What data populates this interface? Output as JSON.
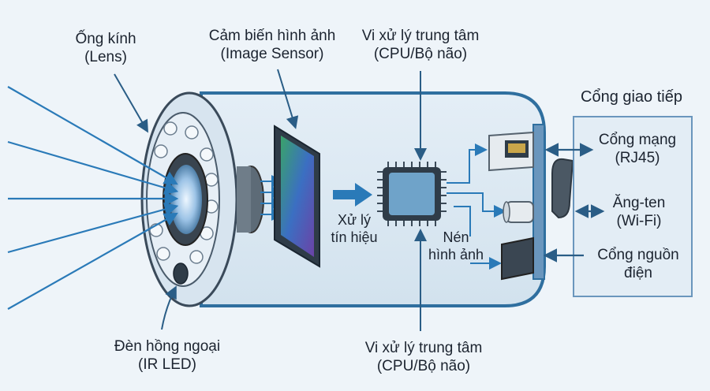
{
  "labels": {
    "lens": [
      "Ống kính",
      "(Lens)"
    ],
    "image_sensor": [
      "Cảm biến hình ảnh",
      "(Image Sensor)"
    ],
    "cpu_top": [
      "Vi xử lý trung tâm",
      "(CPU/Bộ não)"
    ],
    "cpu_bottom": [
      "Vi xử lý trung tâm",
      "(CPU/Bộ não)"
    ],
    "ir_led": [
      "Đèn hồng ngoại",
      "(IR LED)"
    ],
    "signal_processing": [
      "Xử lý",
      "tín hiệu"
    ],
    "image_compression": [
      "Nén",
      "hình ảnh"
    ],
    "interfaces_title": "Cổng giao tiếp",
    "network_port": [
      "Cổng mạng",
      "(RJ45)"
    ],
    "antenna": [
      "Ăng-ten",
      "(Wi-Fi)"
    ],
    "power_port": [
      "Cổng nguồn",
      "điện"
    ]
  },
  "colors": {
    "background": "#eef4f9",
    "body_outline": "#2f6f9f",
    "accent_blue": "#2a7ab8",
    "chip": "#6fa3c9",
    "sensor_gradient": [
      "#3aa36a",
      "#3b6fc2",
      "#6b43a6"
    ]
  }
}
